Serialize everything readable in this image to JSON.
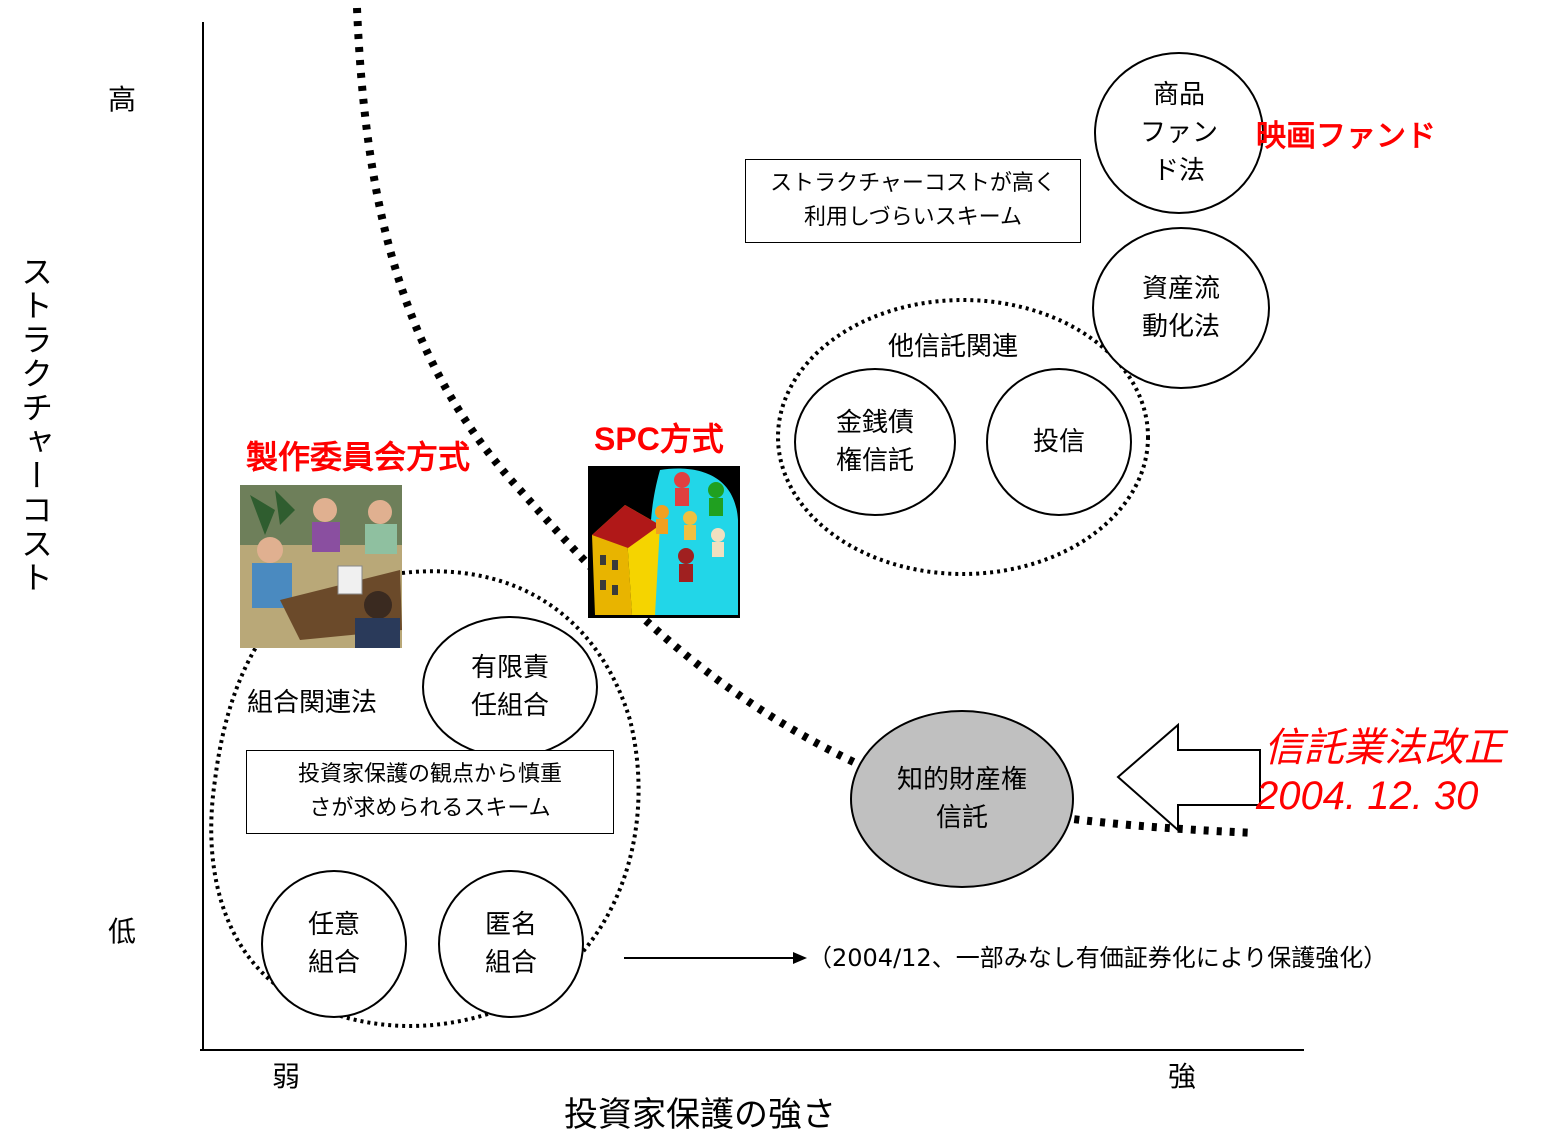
{
  "axes": {
    "y_label": "ストラクチャーコスト",
    "y_high": "高",
    "y_low": "低",
    "x_label": "投資家保護の強さ",
    "x_weak": "弱",
    "x_strong": "強"
  },
  "nodes": {
    "shohin_fund": "商品\nファン\nド法",
    "shisan_ryudoka": "資産流\n動化法",
    "kinsen_saiken": "金銭債\n権信託",
    "toshin": "投信",
    "yugen_sekinin": "有限責\n任組合",
    "nin_i": "任意\n組合",
    "tokumei": "匿名\n組合",
    "chiteki_zaisan": "知的財産権\n信託"
  },
  "group_labels": {
    "ta_shintaku": "他信託関連",
    "kumiai": "組合関連法"
  },
  "boxes": {
    "high_cost": "ストラクチャーコストが高く\n利用しづらいスキーム",
    "protection": "投資家保護の観点から慎重\nさが求められるスキーム"
  },
  "highlights": {
    "eiga_fund": "映画ファンド",
    "seisaku_iinkai": "製作委員会方式",
    "spc": "SPC方式",
    "shintaku_kaisei": "信託業法改正",
    "kaisei_date": "2004. 12. 30"
  },
  "note": "（2004/12、一部みなし有価証券化により保護強化）",
  "colors": {
    "highlight": "#ff0000",
    "ip_trust_fill": "#c0c0c0"
  }
}
